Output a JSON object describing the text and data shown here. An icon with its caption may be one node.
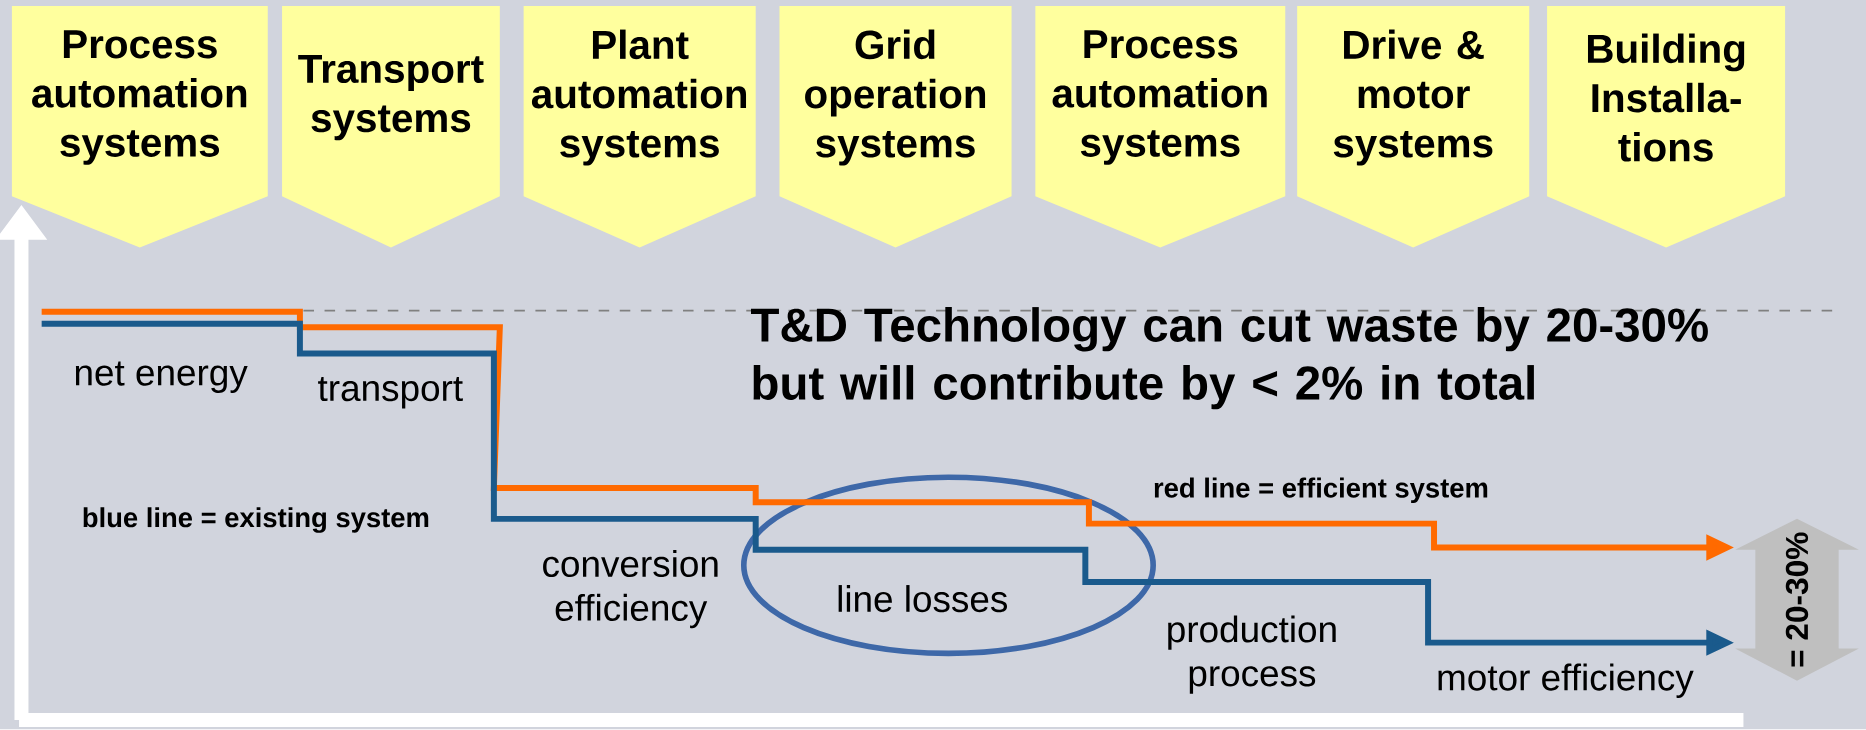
{
  "diagram": {
    "nodes": [
      {
        "text": [
          "Process automation systems"
        ]
      },
      {
        "text": [
          "Transport systems"
        ]
      },
      {
        "text": [
          "Plant automation systems"
        ]
      },
      {
        "text": [
          "Grid operation systems"
        ]
      },
      {
        "text": [
          "Process automation systems"
        ]
      },
      {
        "text": [
          "Drive & motor systems"
        ]
      },
      {
        "text": [
          "Building Installa- tions"
        ]
      },
      {
        "text": [
          "line losses"
        ]
      },
      {
        "text": [
          "= 20-30%"
        ]
      }
    ],
    "edges": [
      {
        "from": null,
        "to": 8,
        "arrow": "to",
        "color": "#ff6a00"
      },
      {
        "from": null,
        "to": 8,
        "arrow": "to",
        "color": "#1a5a8c"
      }
    ],
    "labels": [
      "T&D Technology can cut waste by 20-30% but will contribute by < 2% in total",
      "net energy",
      "transport",
      "red line = efficient system",
      "blue line = existing system",
      "conversion efficiency",
      "production process",
      "motor efficiency"
    ]
  }
}
